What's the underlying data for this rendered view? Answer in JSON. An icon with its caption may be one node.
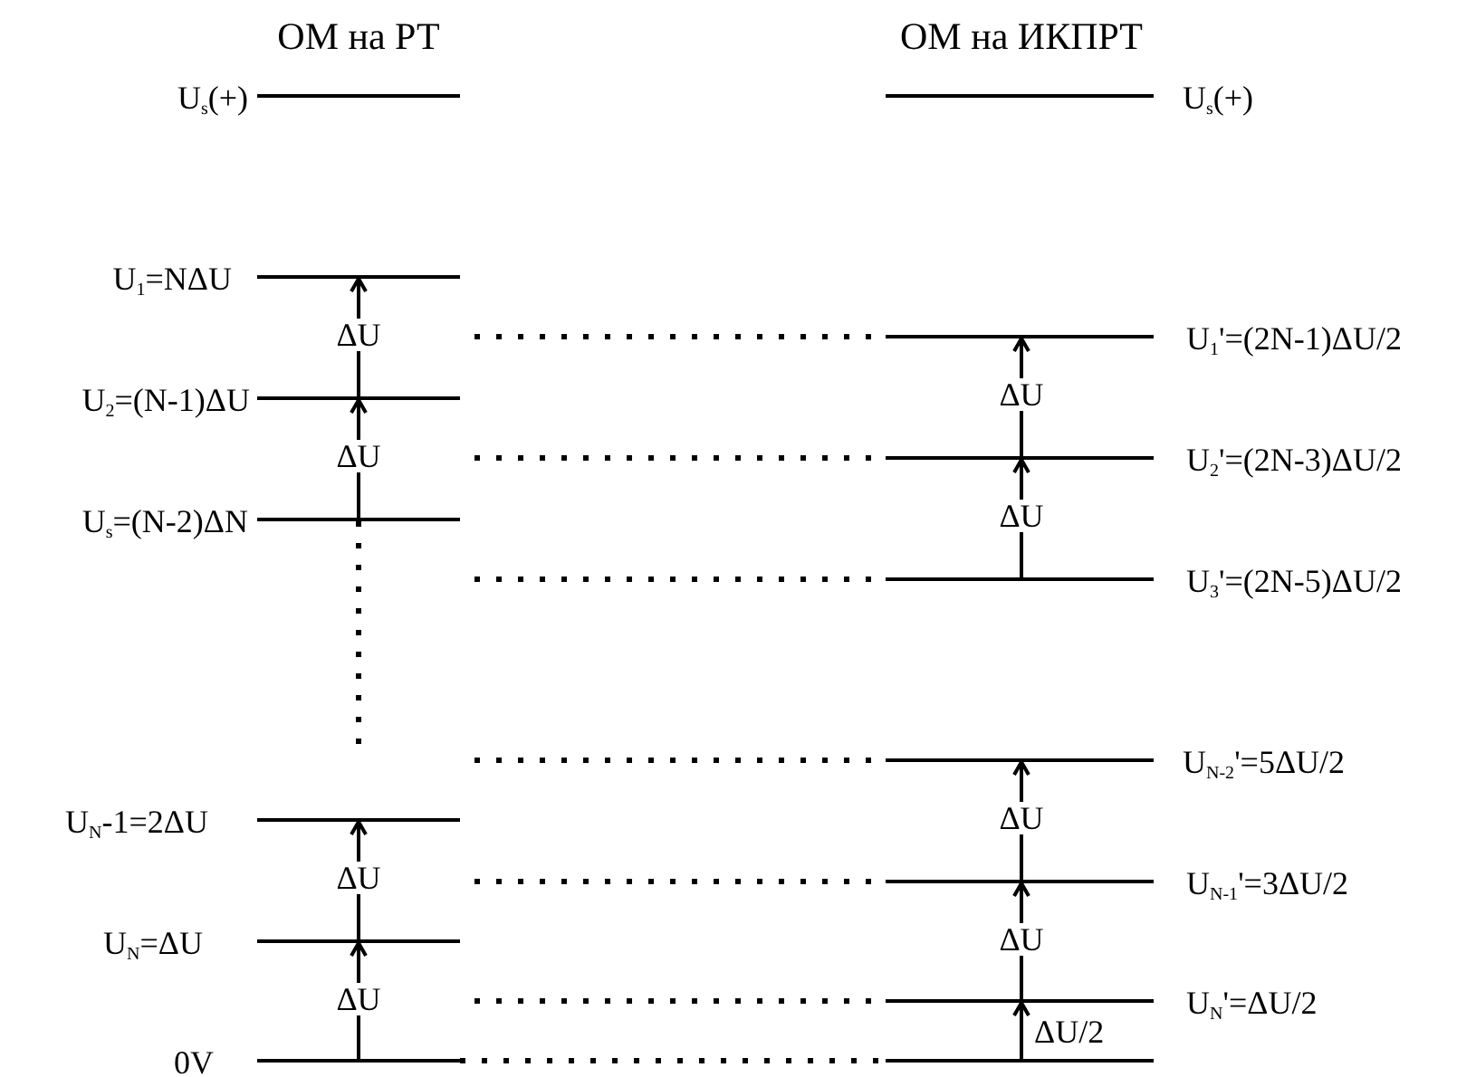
{
  "diagram": {
    "nodes": [
      {
        "text": [],
        "shape": "bar",
        "beside": [
          "U$_{s}$(+)"
        ]
      },
      {
        "text": [],
        "shape": "bar",
        "beside": [
          "U$_{s}$(+)"
        ]
      },
      {
        "text": [],
        "shape": "bar",
        "beside": [
          "U$_{1}$=NΔU"
        ]
      },
      {
        "text": [],
        "shape": "bar",
        "beside": [
          "U$_{1}$'=(2N-1)ΔU/2"
        ]
      },
      {
        "text": [],
        "shape": "bar",
        "beside": [
          "U$_{2}$=(N-1)ΔU"
        ]
      },
      {
        "text": [],
        "shape": "bar",
        "beside": [
          "U$_{2}$'=(2N-3)ΔU/2"
        ]
      },
      {
        "text": [],
        "shape": "bar",
        "beside": [
          "U$_{s}$=(N-2)ΔN"
        ]
      },
      {
        "text": [],
        "shape": "bar",
        "beside": [
          "U$_{3}$'=(2N-5)ΔU/2"
        ]
      },
      {
        "text": [],
        "shape": "bar",
        "beside": [
          "U$_{N-2}$'=5ΔU/2"
        ]
      },
      {
        "text": [],
        "shape": "bar",
        "beside": [
          "U$_{N}$-1=2ΔU"
        ]
      },
      {
        "text": [],
        "shape": "bar",
        "beside": [
          "U$_{N-1}$'=3ΔU/2"
        ]
      },
      {
        "text": [],
        "shape": "bar",
        "beside": [
          "U$_{N}$=ΔU"
        ]
      },
      {
        "text": [],
        "shape": "bar",
        "beside": [
          "U$_{N}$'=ΔU/2"
        ]
      },
      {
        "text": [],
        "shape": "bar",
        "beside": [
          "0V"
        ]
      },
      {
        "text": [],
        "shape": "bar"
      }
    ],
    "edges": [
      {
        "from": 4,
        "to": 2,
        "arrow": "to",
        "label": "ΔU"
      },
      {
        "from": 6,
        "to": 4,
        "arrow": "to",
        "label": "ΔU"
      },
      {
        "from": 11,
        "to": 9,
        "arrow": "to",
        "label": "ΔU"
      },
      {
        "from": 13,
        "to": 11,
        "arrow": "to",
        "label": "ΔU"
      },
      {
        "from": 5,
        "to": 3,
        "arrow": "to",
        "label": "ΔU"
      },
      {
        "from": 7,
        "to": 5,
        "arrow": "to",
        "label": "ΔU"
      },
      {
        "from": 10,
        "to": 8,
        "arrow": "to",
        "label": "ΔU"
      },
      {
        "from": 12,
        "to": 10,
        "arrow": "to",
        "label": "ΔU"
      },
      {
        "from": 14,
        "to": 12,
        "arrow": "to",
        "label": "ΔU/2"
      },
      {
        "from": null,
        "to": 3,
        "arrow": "none",
        "style": "dashed"
      },
      {
        "from": null,
        "to": 5,
        "arrow": "none",
        "style": "dashed"
      },
      {
        "from": null,
        "to": 7,
        "arrow": "none",
        "style": "dashed"
      },
      {
        "from": null,
        "to": 8,
        "arrow": "none",
        "style": "dashed"
      },
      {
        "from": null,
        "to": 10,
        "arrow": "none",
        "style": "dashed"
      },
      {
        "from": null,
        "to": 12,
        "arrow": "none",
        "style": "dashed"
      },
      {
        "from": 13,
        "to": 14,
        "arrow": "none",
        "style": "dashed"
      },
      {
        "from": 6,
        "to": null,
        "arrow": "none",
        "style": "dashed"
      }
    ],
    "labels": [
      "ОМ на РТ",
      "ОМ на ИКПРТ"
    ]
  }
}
